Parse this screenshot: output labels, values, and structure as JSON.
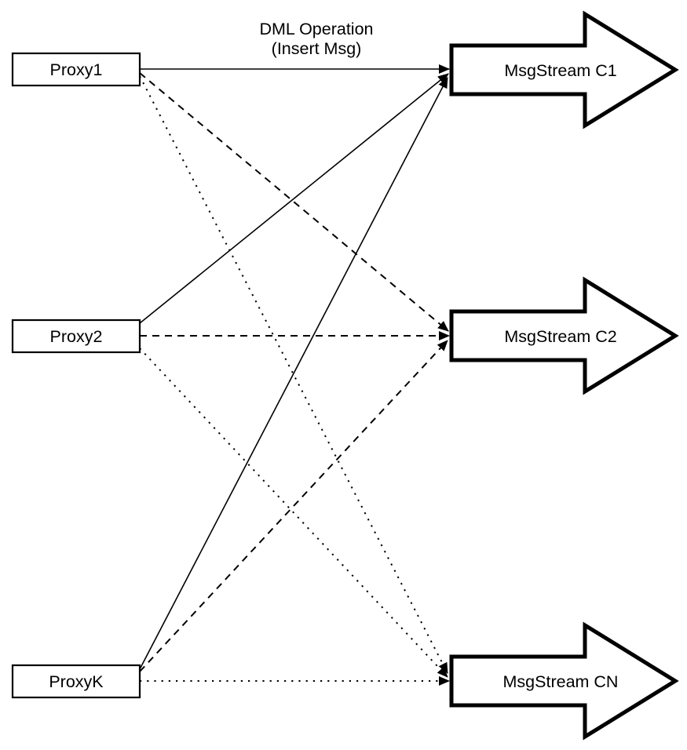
{
  "diagram": {
    "title_label": {
      "line1": "DML Operation",
      "line2": "(Insert Msg)"
    },
    "proxies": [
      {
        "label": "Proxy1"
      },
      {
        "label": "Proxy2"
      },
      {
        "label": "ProxyK"
      }
    ],
    "streams": [
      {
        "label": "MsgStream C1"
      },
      {
        "label": "MsgStream C2"
      },
      {
        "label": "MsgStream CN"
      }
    ],
    "edges": [
      {
        "from": "Proxy1",
        "to": "MsgStream C1",
        "style": "solid"
      },
      {
        "from": "Proxy1",
        "to": "MsgStream C2",
        "style": "dashed"
      },
      {
        "from": "Proxy1",
        "to": "MsgStream CN",
        "style": "dotted"
      },
      {
        "from": "Proxy2",
        "to": "MsgStream C1",
        "style": "solid"
      },
      {
        "from": "Proxy2",
        "to": "MsgStream C2",
        "style": "dashed"
      },
      {
        "from": "Proxy2",
        "to": "MsgStream CN",
        "style": "dotted"
      },
      {
        "from": "ProxyK",
        "to": "MsgStream C1",
        "style": "solid"
      },
      {
        "from": "ProxyK",
        "to": "MsgStream C2",
        "style": "dashed"
      },
      {
        "from": "ProxyK",
        "to": "MsgStream CN",
        "style": "dotted"
      }
    ],
    "colors": {
      "stroke": "#000000",
      "fill": "#ffffff"
    }
  }
}
